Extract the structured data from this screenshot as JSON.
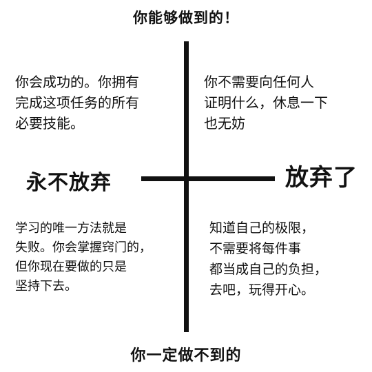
{
  "axes": {
    "top": "你能够做到的！",
    "bottom": "你一定做不到的",
    "left": "永不放弃",
    "right": "放弃了"
  },
  "quadrants": {
    "top_left": [
      "你会成功的。你拥有",
      "完成这项任务的所有",
      "必要技能。"
    ],
    "top_right": [
      "你不需要向任何人",
      "证明什么，休息一下",
      "也无妨"
    ],
    "bottom_left": [
      "学习的唯一方法就是",
      "失败。你会掌握窍门的，",
      "但你现在要做的只是",
      "坚持下去。"
    ],
    "bottom_right": [
      "知道自己的极限，",
      "不需要将每件事",
      "都当成自己的负担，",
      "去吧，玩得开心。"
    ]
  },
  "colors": {
    "line": "#111111",
    "text": "#111111",
    "background": "#ffffff"
  }
}
